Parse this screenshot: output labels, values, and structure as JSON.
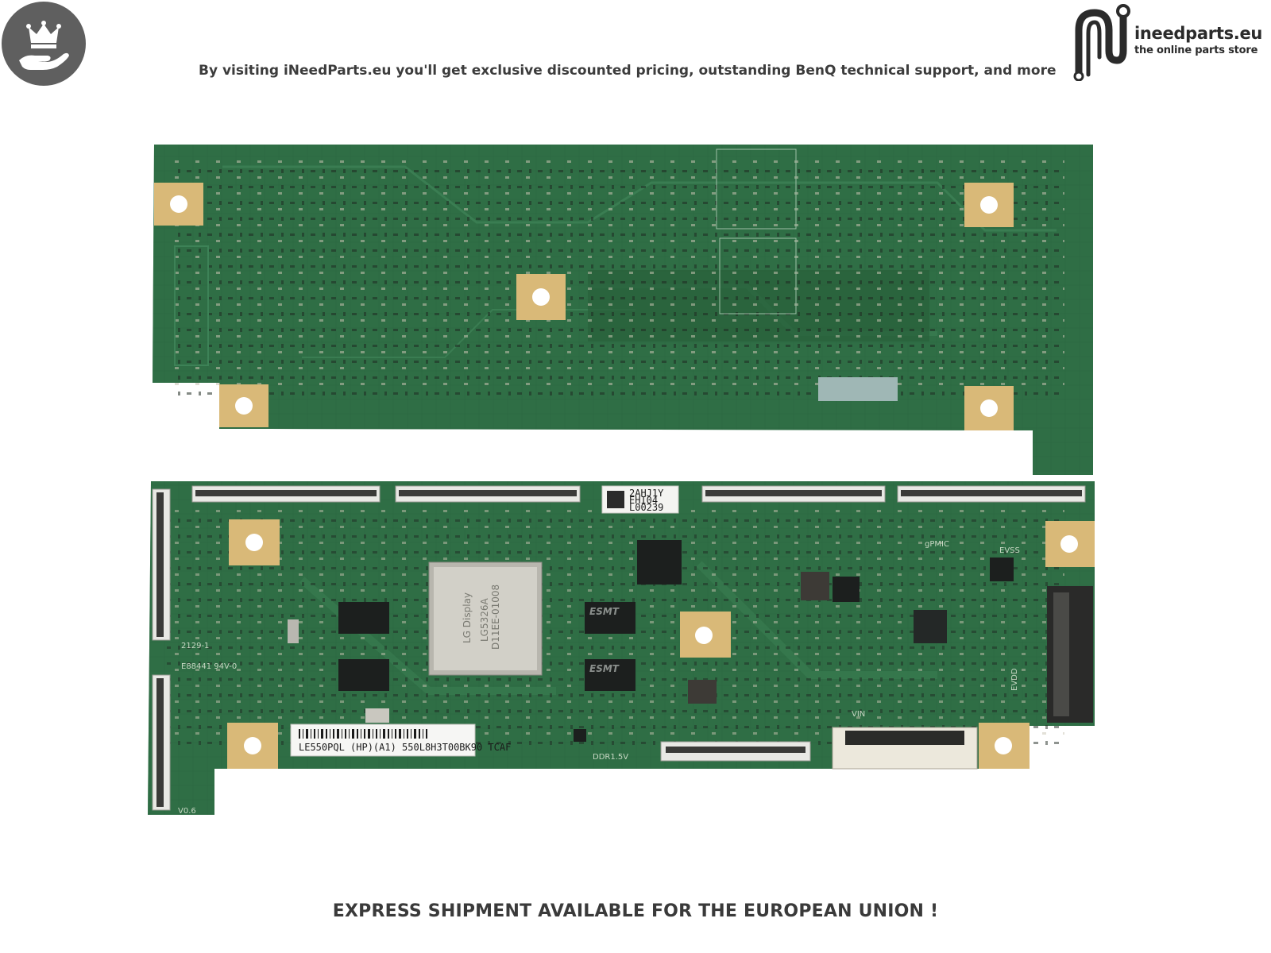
{
  "header": {
    "tagline": "By visiting iNeedParts.eu you'll get exclusive discounted pricing, outstanding BenQ technical support, and more",
    "logo_name": "ineedparts.eu",
    "logo_slogan": "the online parts store"
  },
  "photo": {
    "chip_brand": "LG Display",
    "chip_code_1": "LG5326A",
    "chip_code_2": "D11EE-01008",
    "board_label": "LE550PQL (HP)(A1) 550L8H3T00BK90 TCAF",
    "mem_chip_1": "ESMT",
    "mem_chip_2": "ESMT",
    "sticker_1": "2AHJ1Y",
    "sticker_2": "EHI04",
    "sticker_3": "L00239",
    "silk_1": "2129-1",
    "silk_2": "E88441 94V-0",
    "silk_3": "V0.6",
    "silk_4": "DDR1.5V",
    "silk_5": "VIN",
    "silk_6": "EVDD",
    "silk_7": "EVSS",
    "silk_8": "gPMIC"
  },
  "footer": {
    "text": "EXPRESS SHIPMENT AVAILABLE FOR THE EUROPEAN UNION !"
  },
  "colors": {
    "pcb_green": "#2f6e45",
    "pcb_dark": "#245a37",
    "pad_gold": "#d9b978",
    "badge_gray": "#5f5f5f"
  }
}
